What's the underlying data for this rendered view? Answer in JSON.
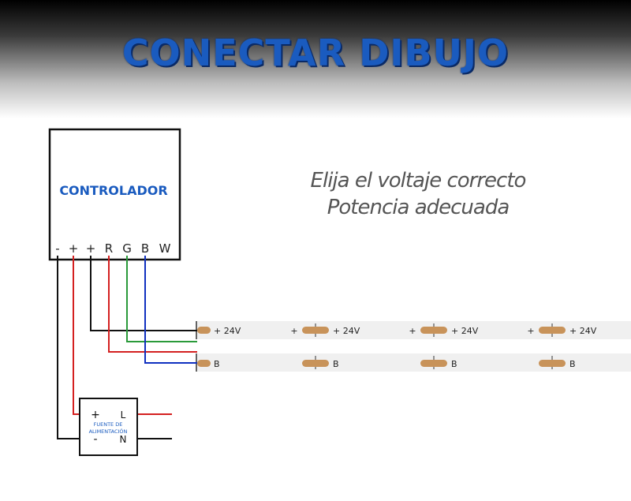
{
  "title": "CONECTAR DIBUJO",
  "subtitle": {
    "line1": "Elija el voltaje correcto",
    "line2": "Potencia adecuada"
  },
  "controller": {
    "label": "CONTROLADOR",
    "terminals": [
      "-",
      "+",
      "+",
      "R",
      "G",
      "B",
      "W"
    ]
  },
  "power_supply": {
    "label_line1": "FUENTE DE",
    "label_line2": "ALIMENTACIÓN",
    "plus": "+",
    "minus": "-",
    "L": "L",
    "N": "N"
  },
  "strip": {
    "plus_marker": "+",
    "voltage_label": "+ 24V",
    "b_label": "B"
  },
  "colors": {
    "title_blue": "#1a5bbf",
    "wire_black": "#111111",
    "wire_red": "#d42020",
    "wire_green": "#2a9a3a",
    "wire_blue": "#1030c0",
    "pad_copper": "#c8935a"
  }
}
